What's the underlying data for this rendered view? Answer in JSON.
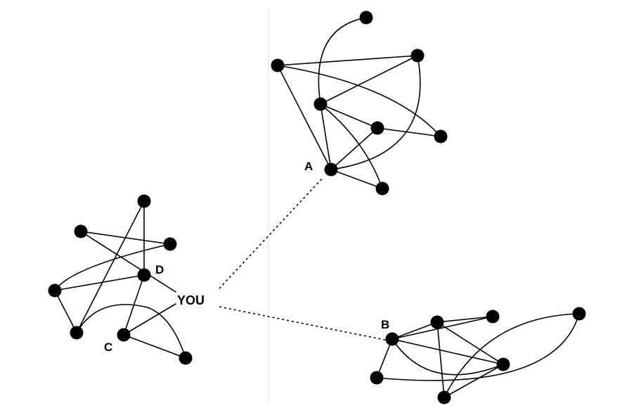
{
  "labels": {
    "you": "YOU",
    "a": "A",
    "b": "B",
    "c": "C",
    "d": "D"
  },
  "colors": {
    "ink": "#000000",
    "background": "#ffffff"
  }
}
